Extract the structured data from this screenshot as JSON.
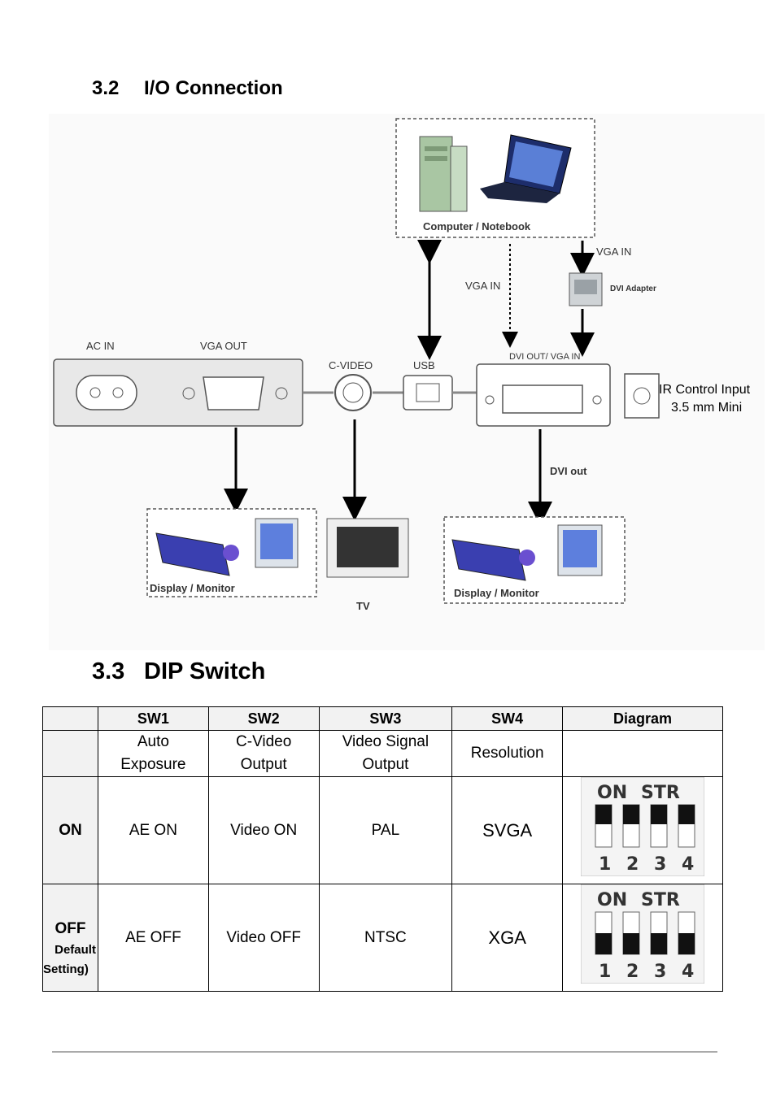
{
  "section_io": {
    "number": "3.2",
    "title": "I/O Connection"
  },
  "diagram": {
    "computer_label": "Computer / Notebook",
    "vga_in_left": "VGA IN",
    "vga_in_right": "VGA IN",
    "dvi_adapter": "DVI Adapter",
    "ac_in": "AC   IN",
    "vga_out": "VGA   OUT",
    "c_video": "C-VIDEO",
    "usb": "USB",
    "dvi_out_vga_in": "DVI OUT/ VGA IN",
    "ir_line1": "IR Control Input",
    "ir_line2": "3.5 mm Mini",
    "dvi_out": "DVI out",
    "display_left": "Display / Monitor",
    "tv": "TV",
    "display_right": "Display / Monitor"
  },
  "section_dip": {
    "number": "3.3",
    "title": "DIP Switch"
  },
  "table": {
    "headers": [
      "",
      "SW1",
      "SW2",
      "SW3",
      "SW4",
      "Diagram"
    ],
    "func_row": {
      "sw1_l1": "Auto",
      "sw1_l2": "Exposure",
      "sw2_l1": "C-Video",
      "sw2_l2": "Output",
      "sw3_l1": "Video Signal",
      "sw3_l2": "Output",
      "sw4": "Resolution"
    },
    "on_row": {
      "label": "ON",
      "sw1": "AE ON",
      "sw2": "Video ON",
      "sw3": "PAL",
      "sw4": "SVGA"
    },
    "off_row": {
      "label": "OFF",
      "label_sub1": "Default",
      "label_sub2": "Setting)",
      "sw1": "AE OFF",
      "sw2": "Video OFF",
      "sw3": "NTSC",
      "sw4": "XGA"
    },
    "switch_text": {
      "on": "ON",
      "str": "STR",
      "n1": "1",
      "n2": "2",
      "n3": "3",
      "n4": "4"
    }
  }
}
